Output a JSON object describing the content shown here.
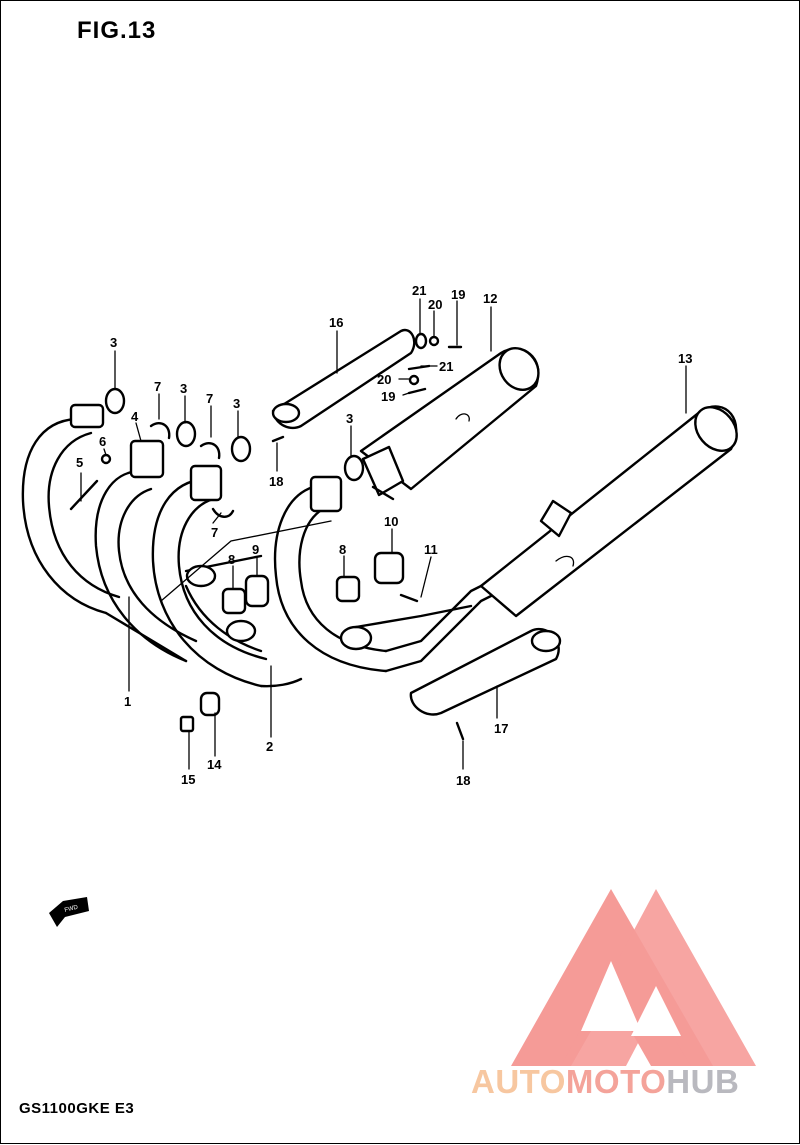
{
  "figure": {
    "title": "FIG.13",
    "model_code": "GS1100GKE  E3"
  },
  "callouts": [
    {
      "id": "c1",
      "text": "1"
    },
    {
      "id": "c2",
      "text": "2"
    },
    {
      "id": "c3a",
      "text": "3"
    },
    {
      "id": "c3b",
      "text": "3"
    },
    {
      "id": "c3c",
      "text": "3"
    },
    {
      "id": "c3d",
      "text": "3"
    },
    {
      "id": "c4",
      "text": "4"
    },
    {
      "id": "c5",
      "text": "5"
    },
    {
      "id": "c6",
      "text": "6"
    },
    {
      "id": "c7a",
      "text": "7"
    },
    {
      "id": "c7b",
      "text": "7"
    },
    {
      "id": "c7c",
      "text": "7"
    },
    {
      "id": "c8a",
      "text": "8"
    },
    {
      "id": "c8b",
      "text": "8"
    },
    {
      "id": "c9",
      "text": "9"
    },
    {
      "id": "c10",
      "text": "10"
    },
    {
      "id": "c11",
      "text": "11"
    },
    {
      "id": "c12",
      "text": "12"
    },
    {
      "id": "c13",
      "text": "13"
    },
    {
      "id": "c14",
      "text": "14"
    },
    {
      "id": "c15",
      "text": "15"
    },
    {
      "id": "c16",
      "text": "16"
    },
    {
      "id": "c17",
      "text": "17"
    },
    {
      "id": "c18a",
      "text": "18"
    },
    {
      "id": "c18b",
      "text": "18"
    },
    {
      "id": "c19a",
      "text": "19"
    },
    {
      "id": "c19b",
      "text": "19"
    },
    {
      "id": "c20a",
      "text": "20"
    },
    {
      "id": "c20b",
      "text": "20"
    },
    {
      "id": "c21a",
      "text": "21"
    },
    {
      "id": "c21b",
      "text": "21"
    }
  ],
  "watermark": {
    "part1": "AUTO",
    "part2": "MOTO",
    "part3": "HUB",
    "colors": {
      "auto": "#f7c7a0",
      "moto": "#f4a39a",
      "hub": "#b9b9bf",
      "logo": "#f48a86"
    }
  }
}
